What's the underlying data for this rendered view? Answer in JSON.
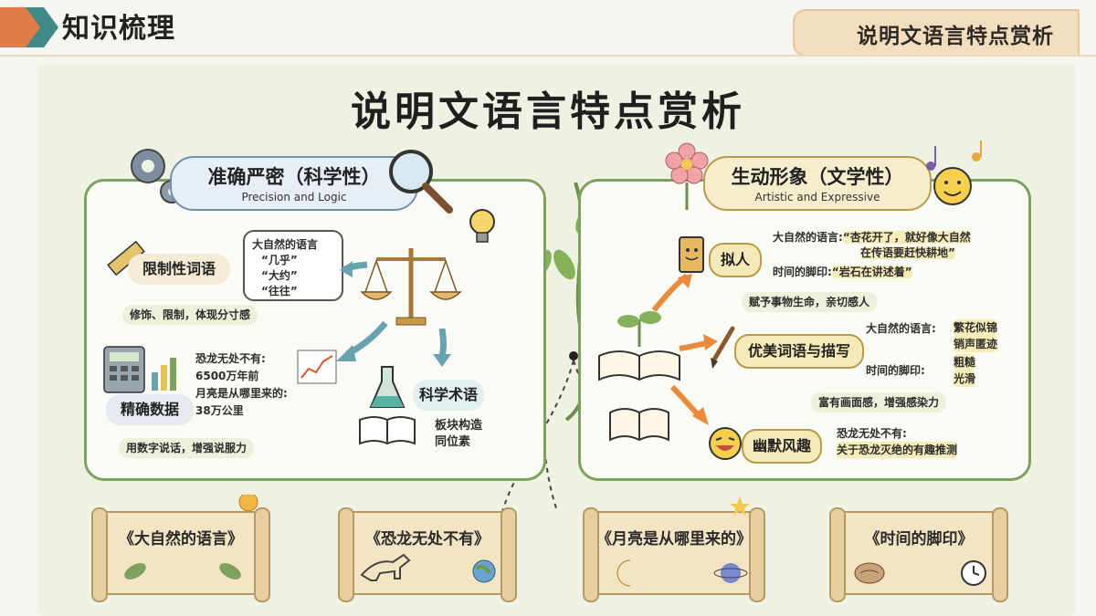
{
  "header": {
    "left_title": "知识梳理",
    "right_title": "说明文语言特点赏析"
  },
  "main_title": "说明文语言特点赏析",
  "left": {
    "title": "准确严密（科学性）",
    "subtitle": "Precision and Logic",
    "limit": {
      "label": "限制性词语",
      "bubble": [
        "大自然的语言",
        "“几乎”",
        "“大约”",
        "“往往”"
      ],
      "caption": "修饰、限制，体现分寸感"
    },
    "data": {
      "label": "精确数据",
      "lines": [
        "恐龙无处不有:",
        "6500万年前",
        "月亮是从哪里来的:",
        "38万公里"
      ],
      "caption": "用数字说话，增强说服力"
    },
    "terms": {
      "label": "科学术语",
      "lines": [
        "板块构造",
        "同位素"
      ]
    }
  },
  "right": {
    "title": "生动形象（文学性）",
    "subtitle": "Artistic and Expressive",
    "personify": {
      "label": "拟人",
      "lines": [
        "大自然的语言:",
        "“杏花开了，就好像大自然",
        "在传语要赶快耕地”",
        "时间的脚印:",
        "“岩石在讲述着”"
      ],
      "caption": "赋予事物生命，亲切感人"
    },
    "beauty": {
      "label": "优美词语与描写",
      "l1": "大自然的语言:",
      "w1": [
        "繁花似锦",
        "销声匿迹"
      ],
      "l2": "时间的脚印:",
      "w2": [
        "粗糙",
        "光滑"
      ],
      "caption": "富有画面感，增强感染力"
    },
    "humor": {
      "label": "幽默风趣",
      "lines": [
        "恐龙无处不有:",
        "关于恐龙灭绝的有趣推测"
      ]
    }
  },
  "books": [
    "《大自然的语言》",
    "《恐龙无处不有》",
    "《月亮是从哪里来的》",
    "《时间的脚印》"
  ],
  "icons": [
    "gear-icon",
    "magnifier-icon",
    "lightbulb-icon",
    "ruler-icon",
    "scale-icon",
    "calculator-icon",
    "chart-icon",
    "flask-icon",
    "book-icon",
    "flower-icon",
    "music-note-icon",
    "smiley-icon",
    "sprout-book-icon",
    "brush-icon",
    "laugh-icon",
    "sun-icon",
    "leaf-icon",
    "dinosaur-icon",
    "globe-icon",
    "moon-icon",
    "planet-icon",
    "stone-icon",
    "clock-icon"
  ],
  "colors": {
    "accent_green": "#7da25d",
    "arrow_blue": "#6aa3b0",
    "arrow_orange": "#e98b3a",
    "header_orange": "#e07b4a"
  }
}
